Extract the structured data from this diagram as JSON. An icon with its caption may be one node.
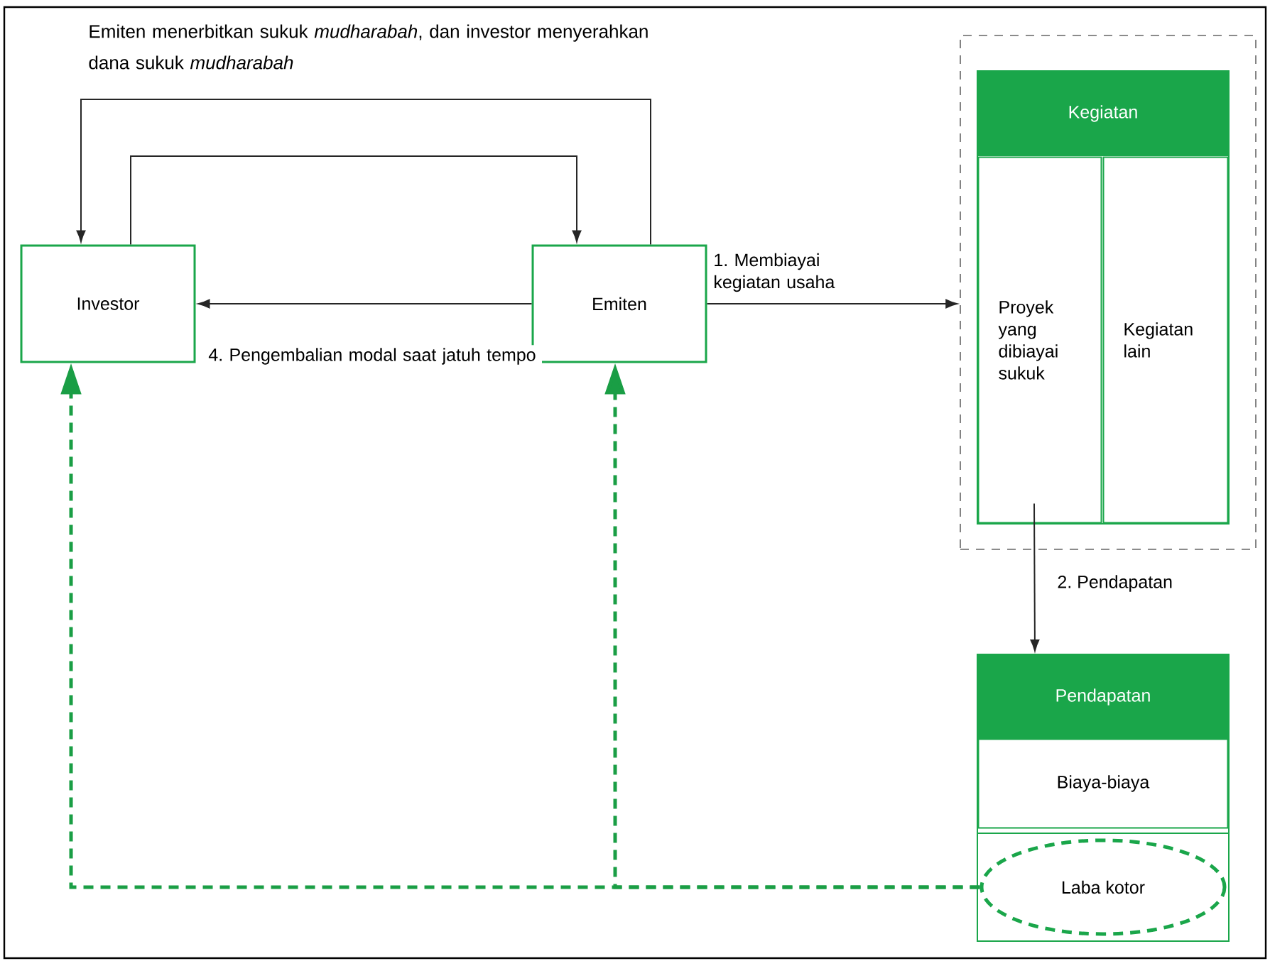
{
  "diagram": {
    "nodes": [
      {
        "text": [
          "Investor"
        ]
      },
      {
        "text": [
          "Emiten"
        ]
      },
      {
        "text": [],
        "shape": "box"
      },
      {
        "text": [
          "Kegiatan"
        ],
        "in": 2
      },
      {
        "text": [
          "Proyek yang dibiayai sukuk"
        ],
        "in": 3
      },
      {
        "text": [
          "Kegiatan lain"
        ],
        "in": 3
      },
      {
        "text": [
          "Pendapatan"
        ]
      },
      {
        "text": [
          "Biaya-biaya"
        ],
        "in": 6
      },
      {
        "text": [
          "Laba kotor"
        ],
        "in": 6
      }
    ],
    "edges": [
      {
        "from": 1,
        "to": 0,
        "arrow": "to",
        "label": "Emiten menerbitkan sukuk *mudharabah*, dan investor menyerahkan dana sukuk *mudharabah*"
      },
      {
        "from": 0,
        "to": 1,
        "arrow": "to"
      },
      {
        "from": 1,
        "to": 2,
        "arrow": "to",
        "label": "1. Membiayai kegiatan usaha"
      },
      {
        "from": 1,
        "to": 0,
        "arrow": "to",
        "label": "4. Pengembalian modal saat jatuh tempo"
      },
      {
        "from": 4,
        "to": 6,
        "arrow": "to",
        "label": "2. Pendapatan"
      },
      {
        "from": 8,
        "to": 0,
        "arrow": "to",
        "style": "dashed",
        "color": "#1a9e45"
      },
      {
        "from": 8,
        "to": 1,
        "arrow": "to",
        "style": "dashed",
        "color": "#1a9e45"
      }
    ]
  }
}
